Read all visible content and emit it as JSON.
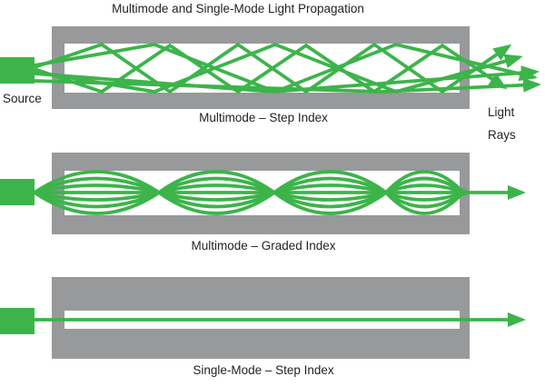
{
  "title": "Multimode and Single-Mode Light Propagation",
  "figures": [
    {
      "caption": "Multimode – Step Index",
      "source_label": "Source"
    },
    {
      "caption": "Multimode – Graded Index"
    },
    {
      "caption": "Single-Mode – Step Index"
    }
  ],
  "light_rays_label": {
    "line1": "Light",
    "line2": "Rays"
  },
  "colors": {
    "ray_green": "#3cb44a",
    "cladding_gray": "#98999b",
    "core_white": "#ffffff",
    "text": "#231f20",
    "background": "#ffffff"
  }
}
